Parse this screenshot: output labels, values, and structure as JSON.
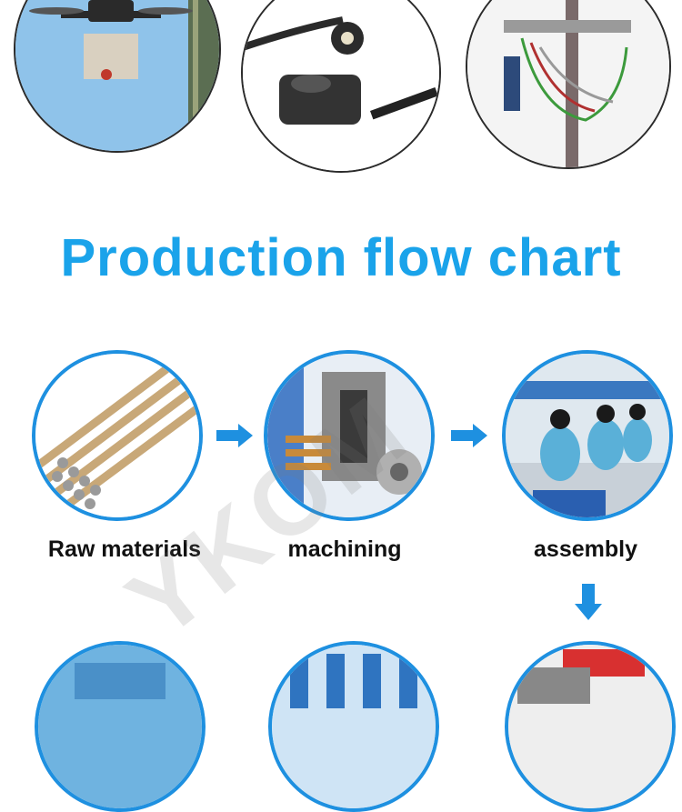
{
  "title": "Production flow chart",
  "steps": [
    {
      "label": "Raw materials"
    },
    {
      "label": "machining"
    },
    {
      "label": "assembly"
    }
  ],
  "watermark": "YKOM",
  "colors": {
    "title": "#1aa3ea",
    "arrow": "#1e90e0",
    "ring": "#1e90e0"
  },
  "top_images": [
    "drone-photo",
    "endoscope-photo",
    "cable-harness-photo"
  ],
  "flow_arrows": [
    "right-arrow",
    "right-arrow",
    "down-arrow"
  ]
}
